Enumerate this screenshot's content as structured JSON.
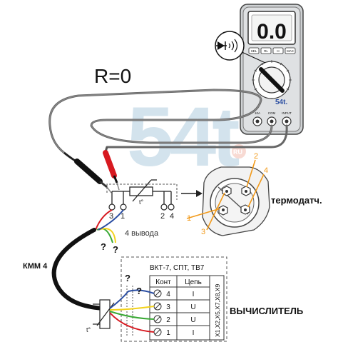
{
  "watermark": {
    "logo_text": "54t",
    "subtext": "RU"
  },
  "formula": "R=0",
  "multimeter": {
    "display": "0.0",
    "logo": "54t.",
    "buttons": [
      "SEL",
      "RL",
      "H",
      "MAX"
    ],
    "jacks": [
      "10A",
      "COM",
      "INPUT"
    ],
    "symbol": "diode-sound-icon"
  },
  "sensor": {
    "symbol_label": "t°",
    "pins_top": [
      "3",
      "1"
    ],
    "pins_side": [
      "2",
      "4"
    ],
    "caption": "4 вывода"
  },
  "connector": {
    "label": "термодатч.",
    "pins": [
      "1",
      "2",
      "3",
      "4"
    ]
  },
  "cable_label": "КММ 4",
  "question": "?",
  "sensor_probe_label": "t°",
  "terminal": {
    "title": "ВКТ-7, СПТ, ТВ7",
    "columns": [
      "Конт",
      "Цепь"
    ],
    "rows": [
      {
        "kont": "4",
        "cep": "I"
      },
      {
        "kont": "3",
        "cep": "U"
      },
      {
        "kont": "2",
        "cep": "U"
      },
      {
        "kont": "1",
        "cep": "I"
      }
    ],
    "side_label": "X1,X2,X5,X7,X8,X9"
  },
  "calculator_label": "ВЫЧИСЛИТЕЛЬ",
  "colors": {
    "red": "#d71920",
    "yellow": "#f3d21b",
    "green": "#3aa935",
    "blue": "#2b4ea2",
    "orange": "#f29a1a",
    "watermark": "#cfe0ec"
  }
}
